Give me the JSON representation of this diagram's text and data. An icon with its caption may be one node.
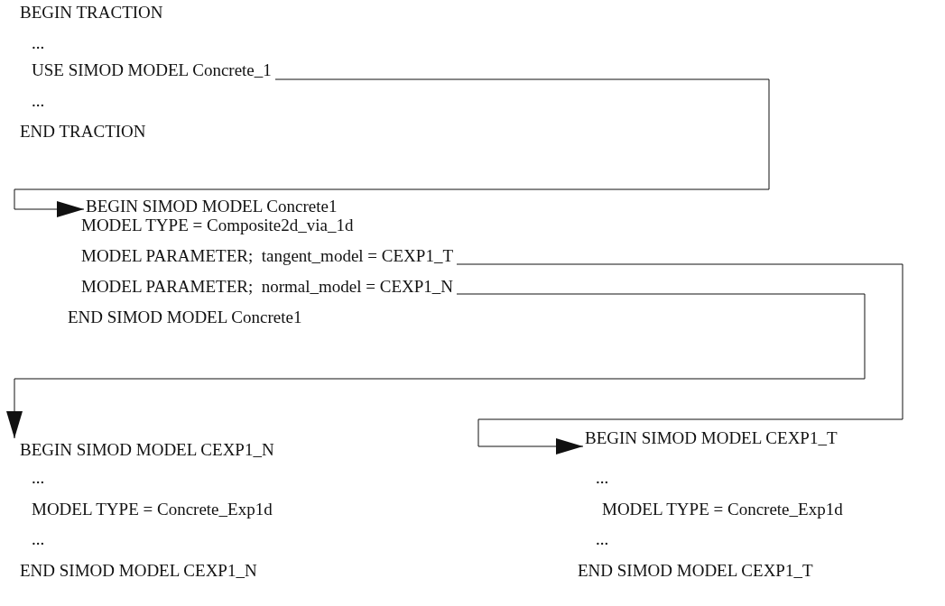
{
  "diagram": {
    "nodes": [
      {
        "text": [
          "USE SIMOD MODEL Concrete_1"
        ]
      },
      {
        "text": [
          "BEGIN SIMOD MODEL Concrete1"
        ]
      },
      {
        "text": [
          "MODEL PARAMETER;  tangent_model = CEXP1_T"
        ]
      },
      {
        "text": [
          "MODEL PARAMETER;  normal_model = CEXP1_N"
        ]
      },
      {
        "text": [
          "BEGIN SIMOD MODEL CEXP1_N"
        ]
      },
      {
        "text": [
          "BEGIN SIMOD MODEL CEXP1_T"
        ]
      }
    ],
    "edges": [
      {
        "from": 0,
        "to": 1,
        "arrow": "to"
      },
      {
        "from": 2,
        "to": 5,
        "arrow": "to"
      },
      {
        "from": 3,
        "to": 4,
        "arrow": "to"
      }
    ],
    "labels": [
      "BEGIN TRACTION",
      "...",
      "...",
      "END TRACTION",
      "MODEL TYPE = Composite2d_via_1d",
      "END SIMOD MODEL Concrete1",
      "...",
      "...",
      "MODEL TYPE = Concrete_Exp1d",
      "MODEL TYPE = Concrete_Exp1d",
      "...",
      "...",
      "END SIMOD MODEL CEXP1_N",
      "END SIMOD MODEL CEXP1_T"
    ]
  }
}
